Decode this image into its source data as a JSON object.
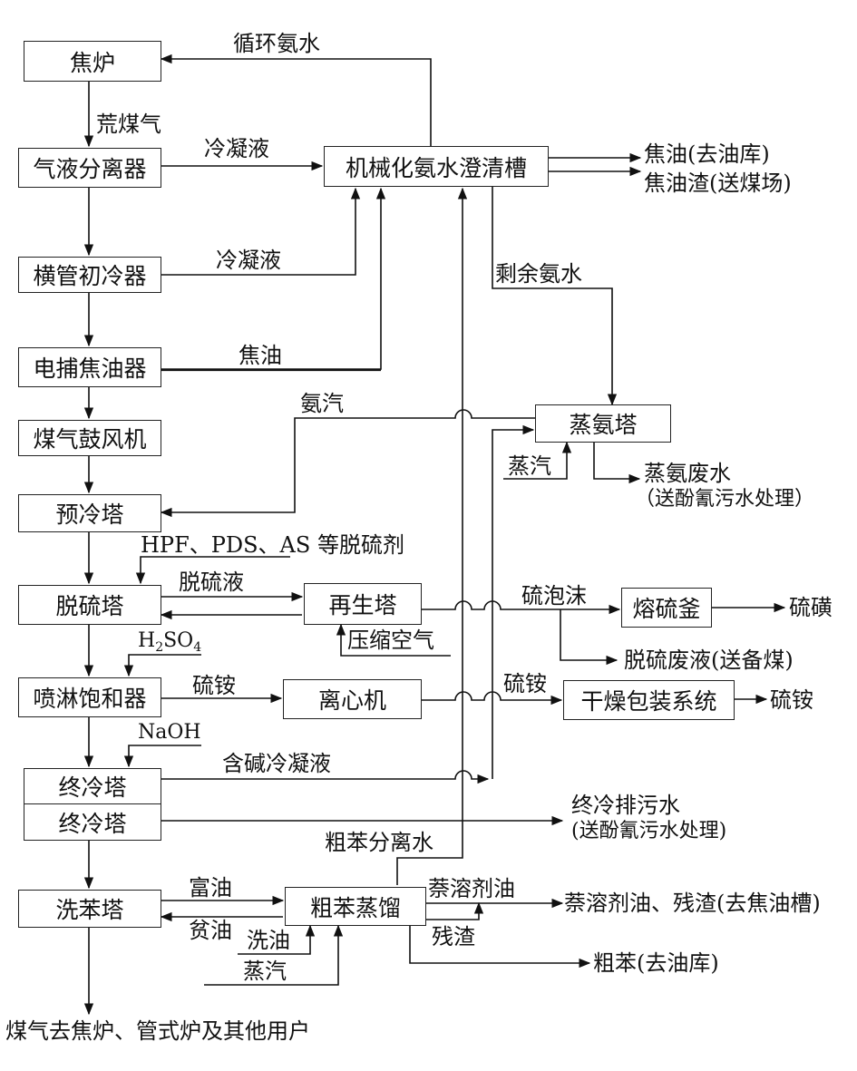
{
  "boxes": {
    "coke_oven": "焦炉",
    "gas_liquid_separator": "气液分离器",
    "clarifier": "机械化氨水澄清槽",
    "primary_cooler": "横管初冷器",
    "electrostatic_tar_catcher": "电捕焦油器",
    "gas_blower": "煤气鼓风机",
    "precooling_tower": "预冷塔",
    "ammonia_still": "蒸氨塔",
    "desulfurization_tower": "脱硫塔",
    "regeneration_tower": "再生塔",
    "sulfur_melter": "熔硫釜",
    "spray_saturator": "喷淋饱和器",
    "centrifuge": "离心机",
    "drying_packing": "干燥包装系统",
    "final_cooler_top": "终冷塔",
    "final_cooler_bottom": "终冷塔",
    "benzene_scrubber": "洗苯塔",
    "crude_benzene_distillation": "粗苯蒸馏"
  },
  "labels": {
    "circulating_ammonia_water": "循环氨水",
    "raw_gas": "荒煤气",
    "condensate_1": "冷凝液",
    "condensate_2": "冷凝液",
    "tar_to_depot": "焦油(去油库)",
    "tar_residue": "焦油渣(送煤场)",
    "residual_ammonia_water": "剩余氨水",
    "tar": "焦油",
    "ammonia_vapor": "氨汽",
    "steam_still": "蒸汽",
    "ammonia_wastewater": "蒸氨废水",
    "ammonia_wastewater_note": "（送酚氰污水处理）",
    "desulfurizer_agents": "HPF、PDS、AS 等脱硫剂",
    "desulfurization_liquid": "脱硫液",
    "sulfur_foam": "硫泡沫",
    "sulfur_product": "硫磺",
    "compressed_air": "压缩空气",
    "desulfurization_waste": "脱硫废液(送备煤)",
    "sulfuric_acid_main": "H",
    "sulfuric_acid_sub2": "2",
    "sulfuric_acid_rest": "SO",
    "sulfuric_acid_sub4": "4",
    "ammonium_sulfate_1": "硫铵",
    "ammonium_sulfate_2": "硫铵",
    "ammonium_sulfate_product": "硫铵",
    "naoh": "NaOH",
    "alkaline_condensate": "含碱冷凝液",
    "final_cooling_blowdown": "终冷排污水",
    "final_cooling_blowdown_note": "(送酚氰污水处理)",
    "crude_benzene_separation_water": "粗苯分离水",
    "rich_oil": "富油",
    "lean_oil": "贫油",
    "naphthalene_solvent_oil": "萘溶剂油",
    "naphthalene_output": "萘溶剂油、残渣(去焦油槽)",
    "wash_oil": "洗油",
    "residue": "残渣",
    "steam_benzene": "蒸汽",
    "crude_benzene_output": "粗苯(去油库)",
    "gas_to_users": "煤气去焦炉、管式炉及其他用户"
  }
}
